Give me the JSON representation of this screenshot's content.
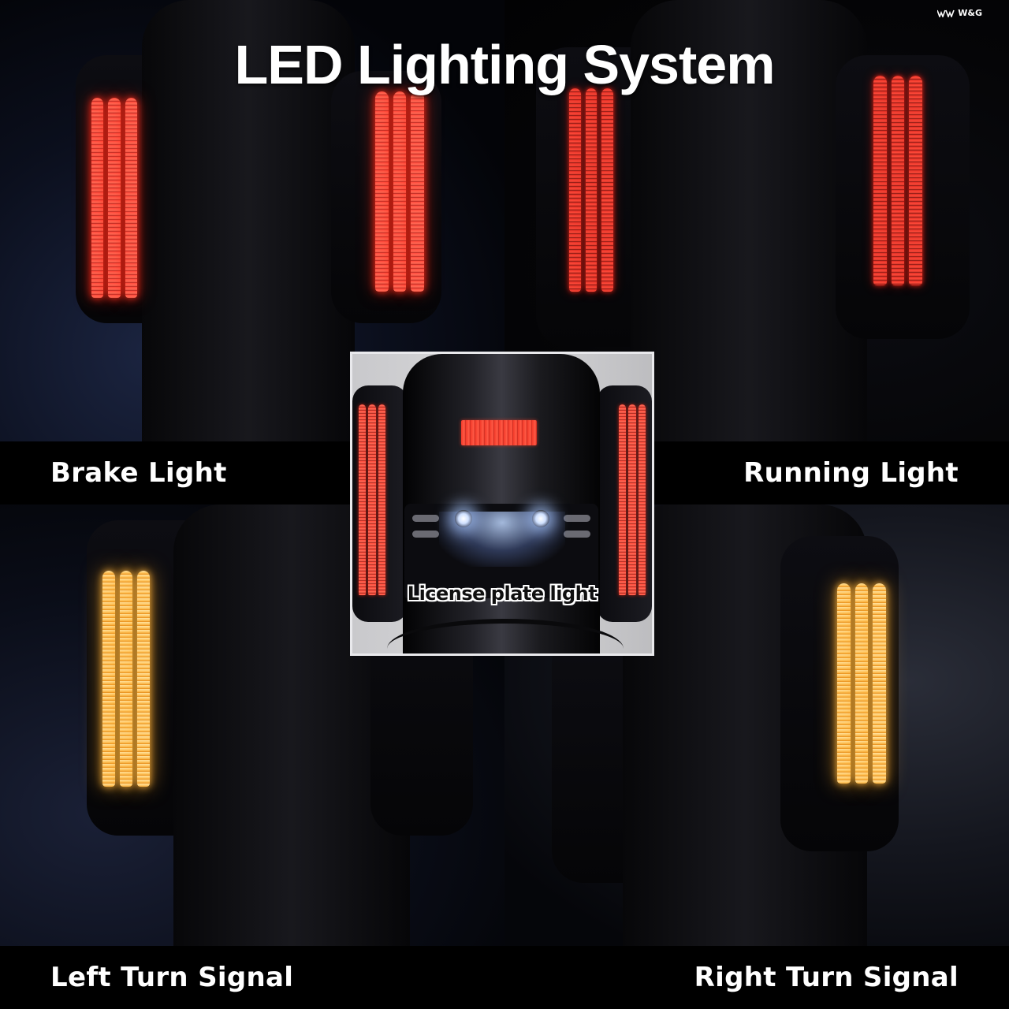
{
  "title": "LED Lighting System",
  "brand": {
    "name": "W&G",
    "logo_icon": "wg-logo-icon"
  },
  "panels": {
    "top_left": {
      "label": "Brake Light",
      "led_color": "#ff3b2a"
    },
    "top_right": {
      "label": "Running Light",
      "led_color": "#e02a20"
    },
    "bottom_left": {
      "label": "Left Turn Signal",
      "led_color": "#ffb23a"
    },
    "bottom_right": {
      "label": "Right Turn Signal",
      "led_color": "#ffb23a"
    }
  },
  "inset": {
    "label": "License plate light",
    "lamp_color": "#cfe0ff",
    "reflector_color": "#f23a2a"
  }
}
